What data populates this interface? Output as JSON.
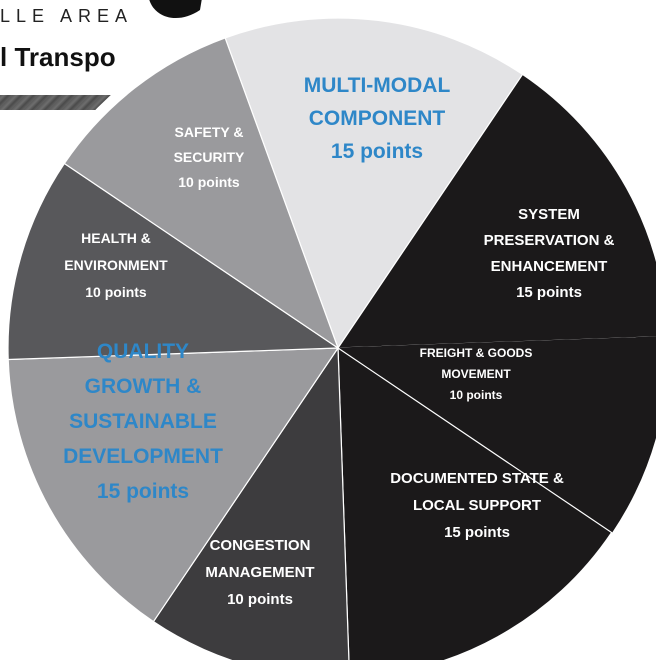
{
  "header": {
    "line1": "LLE AREA",
    "line2": "l Transpo"
  },
  "colors": {
    "black": "#1b191a",
    "dark_gray": "#3d3c3e",
    "mid_gray": "#58585b",
    "light_gray": "#9a9a9d",
    "pale_gray": "#e3e3e5",
    "accent_blue": "#2e87c8"
  },
  "chart_data": {
    "type": "pie",
    "title": "",
    "slices": [
      {
        "lines": [
          "MULTI-MODAL",
          "COMPONENT",
          "15 points"
        ],
        "value": 15
      },
      {
        "lines": [
          "SYSTEM",
          "PRESERVATION &",
          "ENHANCEMENT",
          "15 points"
        ],
        "value": 15
      },
      {
        "lines": [
          "FREIGHT & GOODS",
          "MOVEMENT",
          "10 points"
        ],
        "value": 10
      },
      {
        "lines": [
          "DOCUMENTED STATE &",
          "LOCAL SUPPORT",
          "15 points"
        ],
        "value": 15
      },
      {
        "lines": [
          "CONGESTION",
          "MANAGEMENT",
          "10 points"
        ],
        "value": 10
      },
      {
        "lines": [
          "QUALITY",
          "GROWTH &",
          "SUSTAINABLE",
          "DEVELOPMENT",
          "15 points"
        ],
        "value": 15
      },
      {
        "lines": [
          "HEALTH &",
          "ENVIRONMENT",
          "10 points"
        ],
        "value": 10
      },
      {
        "lines": [
          "SAFETY &",
          "SECURITY",
          "10 points"
        ],
        "value": 10
      }
    ]
  }
}
